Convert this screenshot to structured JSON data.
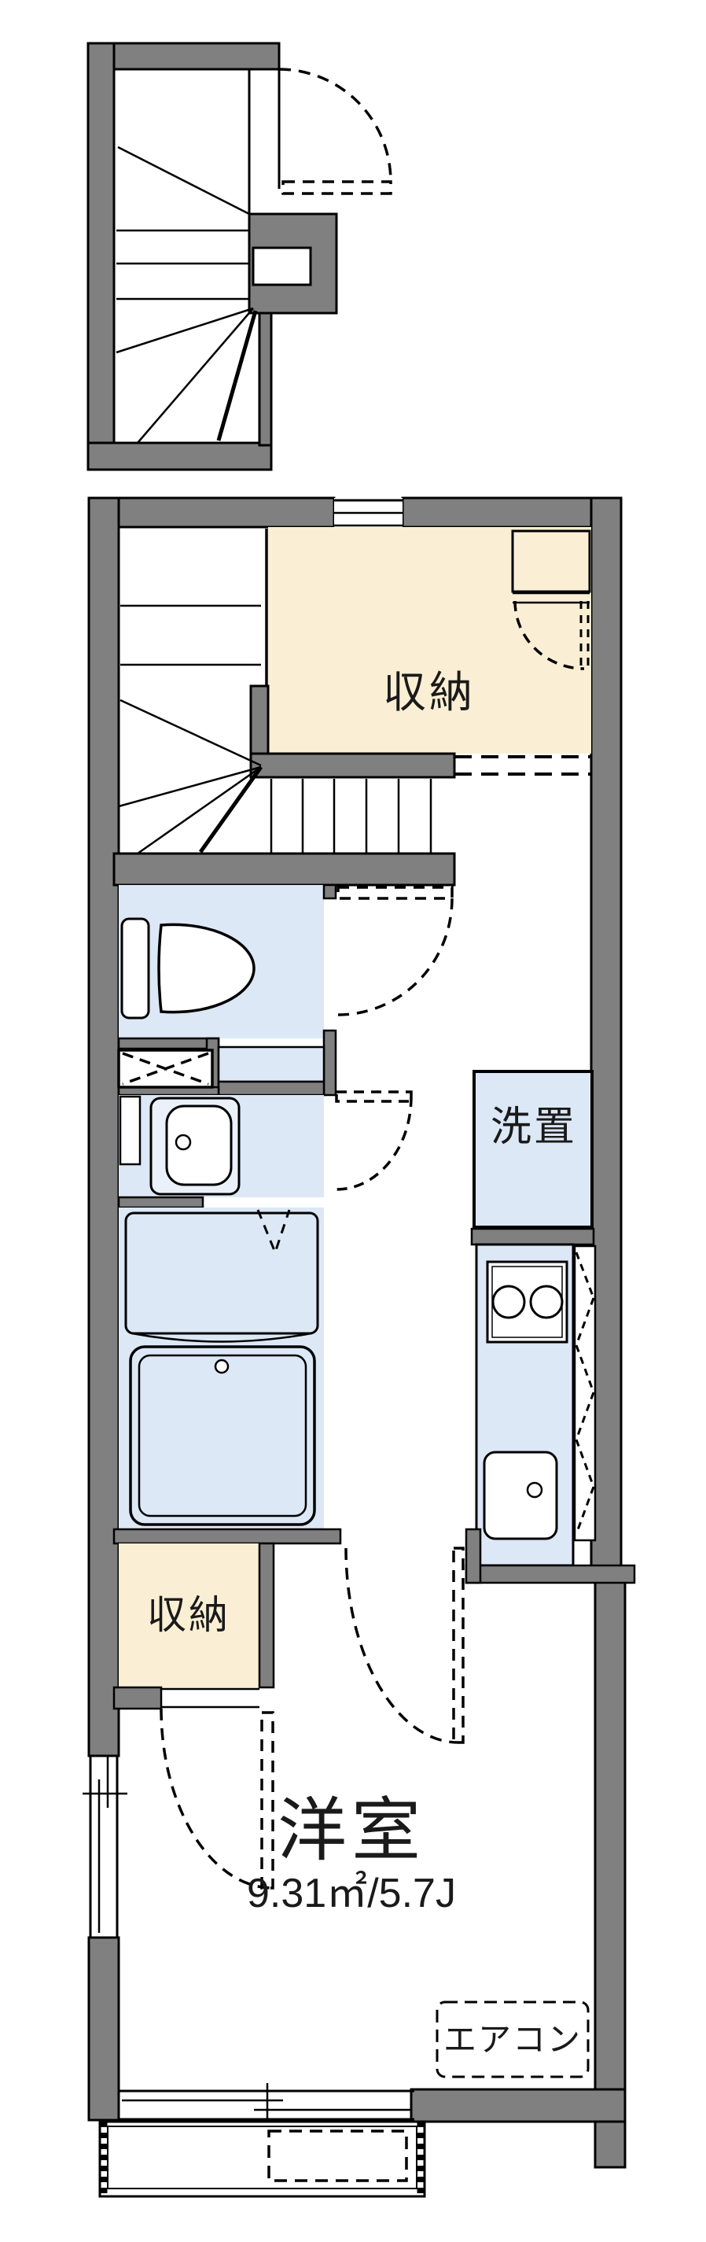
{
  "plan": {
    "type": "apartment-floor-plan",
    "labels": {
      "closet_upper": "収納",
      "washer_place": "洗置",
      "closet_room": "収納",
      "room_name": "洋室",
      "room_area": "9.31㎡/5.7J",
      "aircon": "エアコン"
    },
    "colors": {
      "wall_gray": "#808080",
      "outline_black": "#000000",
      "closet_cream": "#FAEFD4",
      "fixture_blue": "#DCE8F6",
      "fixture_blue_light": "#EAF1FA",
      "background": "#FFFFFF"
    }
  }
}
